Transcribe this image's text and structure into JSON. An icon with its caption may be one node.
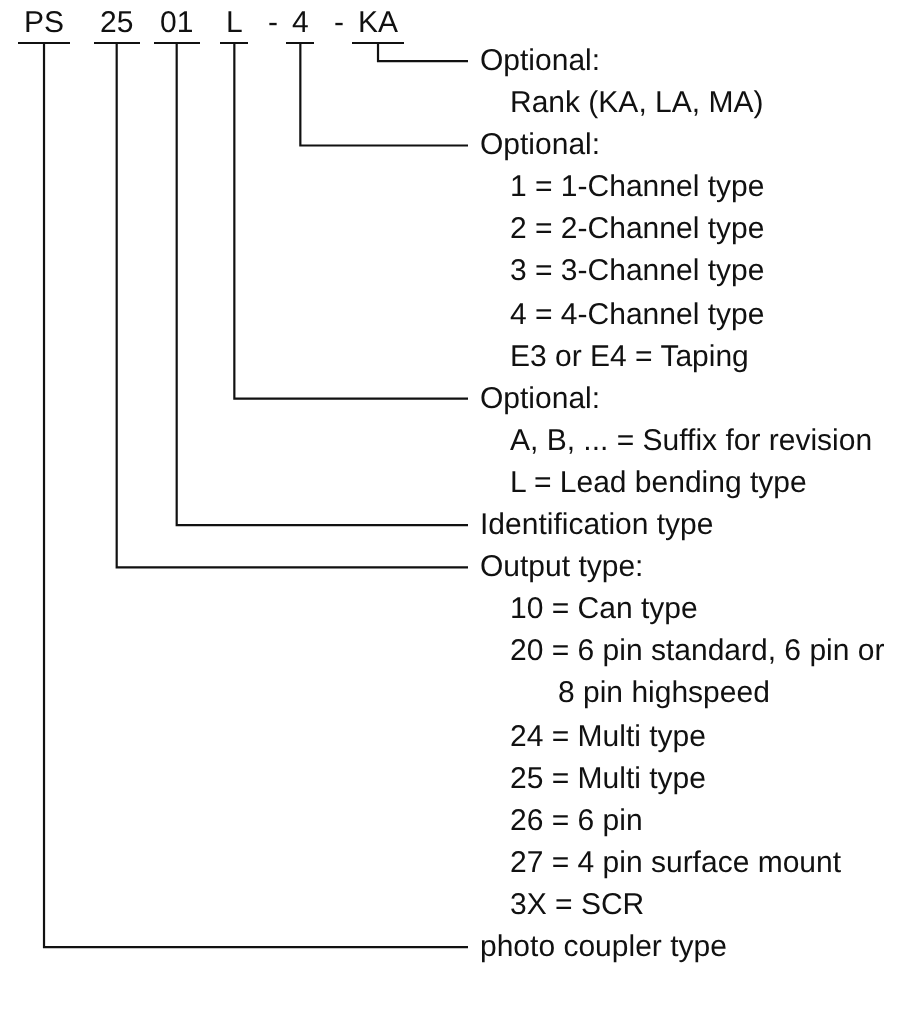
{
  "diagram": {
    "nodes": [
      {
        "text": [
          "PS"
        ]
      },
      {
        "text": [
          "25"
        ]
      },
      {
        "text": [
          "01"
        ]
      },
      {
        "text": [
          "L"
        ]
      },
      {
        "text": [
          "4"
        ]
      },
      {
        "text": [
          "KA"
        ]
      },
      {
        "text": [
          "Optional:",
          "Rank (KA, LA, MA)"
        ]
      },
      {
        "text": [
          "Optional:",
          "1 = 1-Channel type",
          "2 = 2-Channel type",
          "3 = 3-Channel type",
          "4 = 4-Channel type",
          "E3 or E4 = Taping"
        ]
      },
      {
        "text": [
          "Optional:",
          "A, B, ... = Suffix for revision",
          "L = Lead bending type"
        ]
      },
      {
        "text": [
          "Identification type"
        ]
      },
      {
        "text": [
          "Output type:",
          "10 = Can type",
          "20 = 6 pin standard, 6 pin or 8 pin highspeed",
          "24 = Multi type",
          "25 = Multi type",
          "26 = 6 pin",
          "27 = 4 pin surface mount",
          "3X = SCR"
        ]
      },
      {
        "text": [
          "photo coupler type"
        ]
      }
    ],
    "edges": [
      {
        "from": 5,
        "to": 6,
        "arrow": "none"
      },
      {
        "from": 4,
        "to": 7,
        "arrow": "none"
      },
      {
        "from": 3,
        "to": 8,
        "arrow": "none"
      },
      {
        "from": 2,
        "to": 9,
        "arrow": "none"
      },
      {
        "from": 1,
        "to": 10,
        "arrow": "none"
      },
      {
        "from": 0,
        "to": 11,
        "arrow": "none"
      }
    ],
    "labels": [
      "-",
      "-"
    ]
  }
}
